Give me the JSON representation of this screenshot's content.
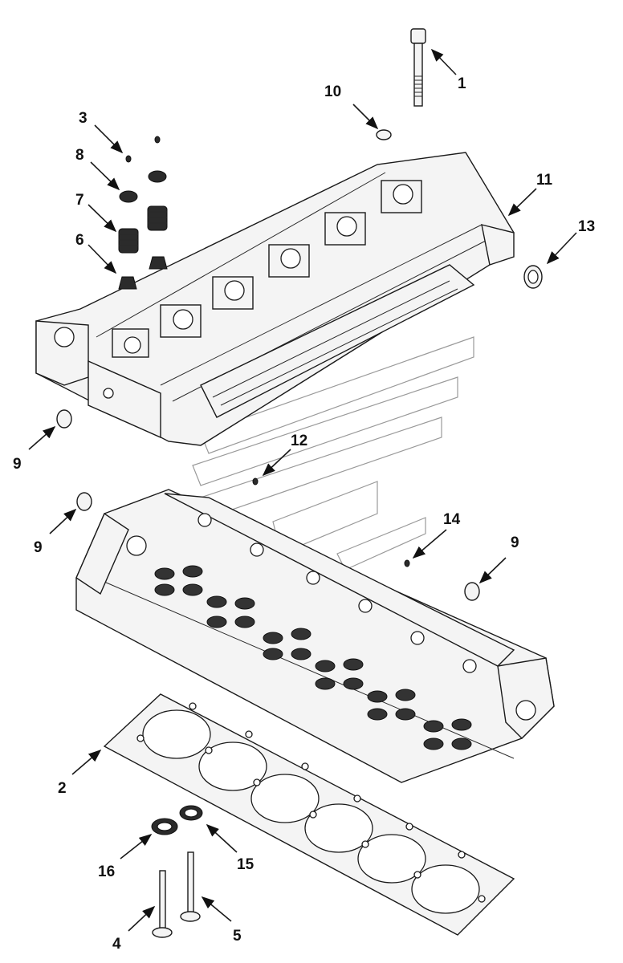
{
  "diagram": {
    "callouts": [
      {
        "id": "c1",
        "label": "1"
      },
      {
        "id": "c2",
        "label": "2"
      },
      {
        "id": "c3",
        "label": "3"
      },
      {
        "id": "c4",
        "label": "4"
      },
      {
        "id": "c5",
        "label": "5"
      },
      {
        "id": "c6",
        "label": "6"
      },
      {
        "id": "c7",
        "label": "7"
      },
      {
        "id": "c8",
        "label": "8"
      },
      {
        "id": "c9a",
        "label": "9"
      },
      {
        "id": "c9b",
        "label": "9"
      },
      {
        "id": "c9c",
        "label": "9"
      },
      {
        "id": "c10",
        "label": "10"
      },
      {
        "id": "c11",
        "label": "11"
      },
      {
        "id": "c12",
        "label": "12"
      },
      {
        "id": "c13",
        "label": "13"
      },
      {
        "id": "c14",
        "label": "14"
      },
      {
        "id": "c15",
        "label": "15"
      },
      {
        "id": "c16",
        "label": "16"
      }
    ]
  }
}
